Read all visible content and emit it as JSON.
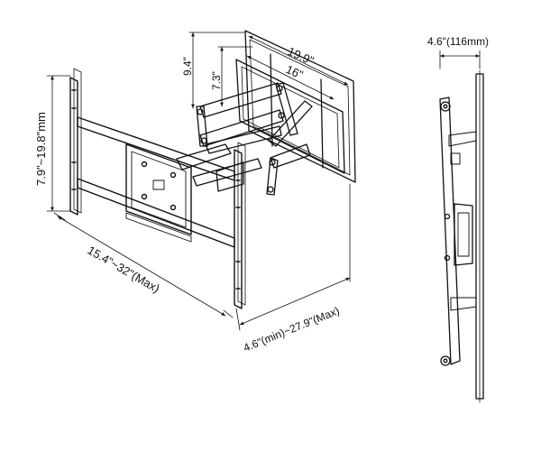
{
  "diagram": {
    "dimensions": {
      "side_width": "4.6\"(116mm)",
      "plate_height": "9.4\"",
      "plate_hole_height": "7.3\"",
      "plate_width": "19.9\"",
      "plate_hole_width": "16\"",
      "vertical_spacing": "7.9\"~19.8\"mm",
      "horizontal_spacing": "15.4\"~32\"(Max)",
      "extension": "4.6\"(min)~27.9\"(Max)"
    }
  }
}
